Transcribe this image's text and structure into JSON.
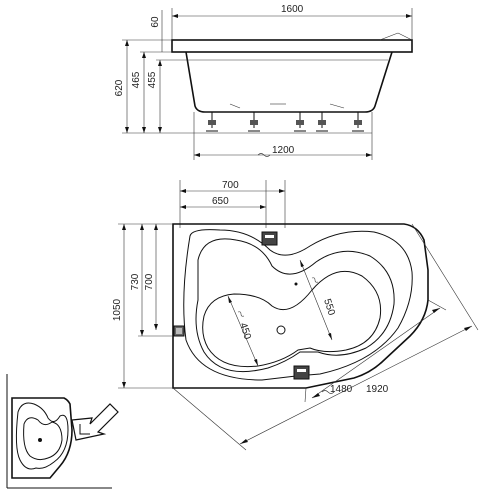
{
  "side_view": {
    "width_label": "1600",
    "rim_label": "60",
    "height_total_label": "620",
    "height_mid_label": "465",
    "height_inner_label": "455",
    "base_width_label": "1200"
  },
  "top_view": {
    "top_width_label": "700",
    "inner_width_label": "650",
    "left_height_label": "1050",
    "height_730_label": "730",
    "height_700_label": "700",
    "depth_550_label": "550",
    "depth_450_label": "450",
    "length_1480_label": "1480",
    "diagonal_1920_label": "1920"
  },
  "icons": {
    "faucet_top": "faucet-icon",
    "faucet_bottom": "faucet-icon",
    "drain": "drain-icon",
    "overflow": "overflow-icon",
    "arrow": "arrow-icon"
  }
}
